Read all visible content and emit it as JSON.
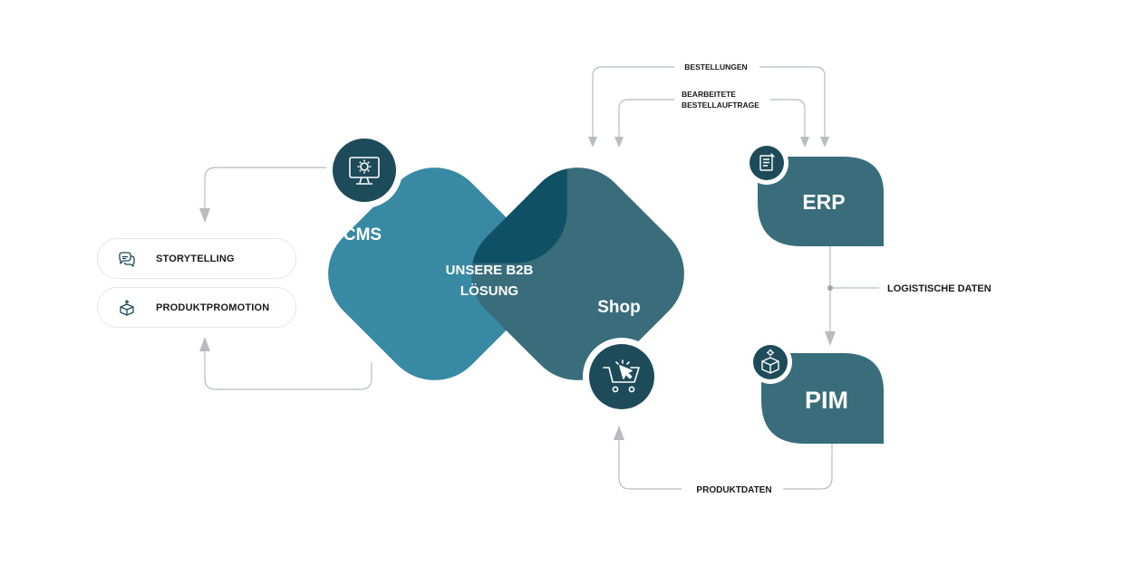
{
  "diagram": {
    "cms_label": "CMS",
    "shop_label": "Shop",
    "center_line1": "UNSERE B2B",
    "center_line2": "LÖSUNG",
    "erp_label": "ERP",
    "pim_label": "PIM",
    "flow_labels": {
      "bestellungen": "BESTELLUNGEN",
      "bearbeitete_line1": "BEARBEITETE",
      "bearbeitete_line2": "BESTELLAUFTRAGE",
      "logistische_daten": "LOGISTISCHE DATEN",
      "produktdaten": "PRODUKTDATEN"
    },
    "cms_features": [
      {
        "label": "STORYTELLING",
        "icon": "chat-bubbles-icon"
      },
      {
        "label": "PRODUKTPROMOTION",
        "icon": "box-upload-icon"
      }
    ],
    "icons": {
      "cms": "monitor-gear-icon",
      "shop": "shopping-cart-click-icon",
      "erp": "document-list-icon",
      "pim": "package-gear-icon"
    },
    "colors": {
      "cms": "#388aa4",
      "shop": "#3a6d7c",
      "overlap": "#0f5065",
      "erp_pim": "#3a6d7c",
      "icon_circle": "#1e4b5a",
      "line": "#b8bcbf"
    }
  }
}
